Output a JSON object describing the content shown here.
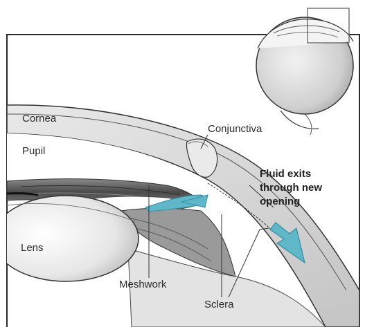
{
  "labels": {
    "cornea": "Cornea",
    "pupil": "Pupil",
    "lens": "Lens",
    "conjunctiva": "Conjunctiva",
    "fluid_exit_line1": "Fluid exits",
    "fluid_exit_line2": "through new",
    "fluid_exit_line3": "opening",
    "meshwork": "Meshwork",
    "sclera": "Sclera"
  },
  "colors": {
    "fluid": "#5fb8c8",
    "fluid_dark": "#2f8fa3",
    "tissue_dark": "#555555",
    "tissue_light": "#d6d6d6",
    "outline": "#333333"
  }
}
